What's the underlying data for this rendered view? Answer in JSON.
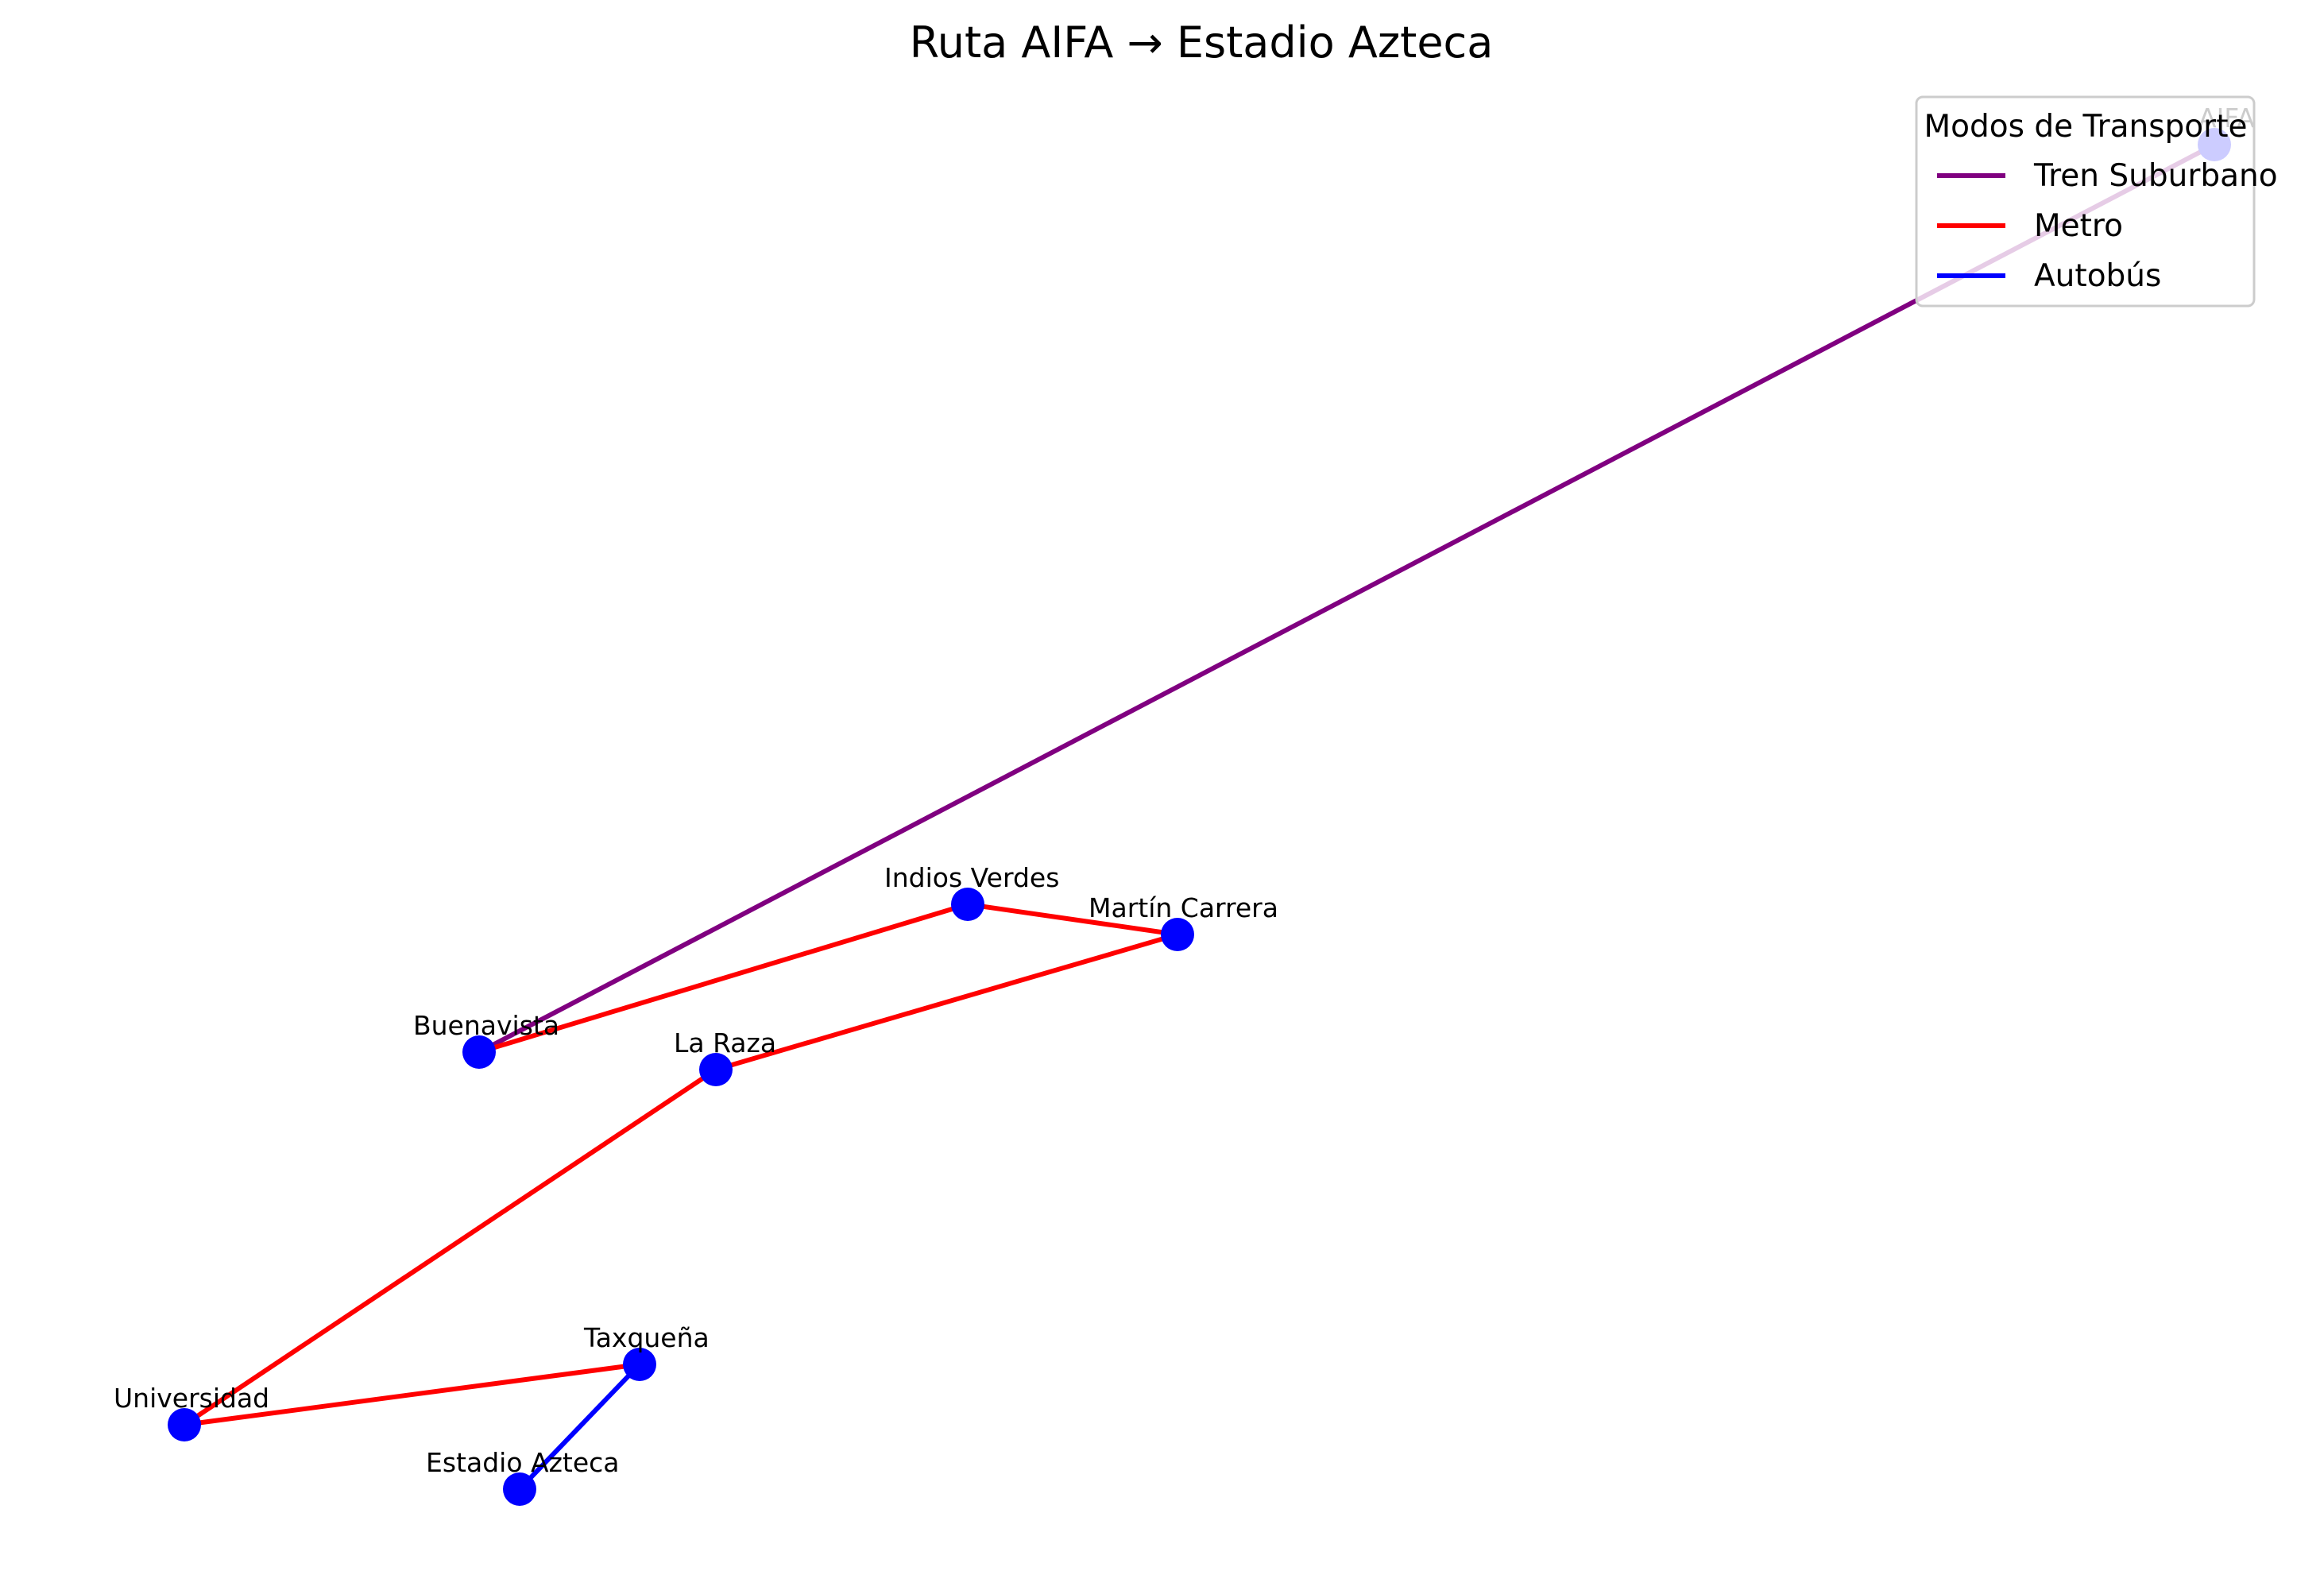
{
  "title": "Ruta AIFA → Estadio Azteca",
  "legend": {
    "title": "Modos de Transporte",
    "entries": [
      {
        "mode": "tren",
        "label": "Tren Suburbano",
        "color": "#800080"
      },
      {
        "mode": "metro",
        "label": "Metro",
        "color": "#ff0000"
      },
      {
        "mode": "bus",
        "label": "Autobús",
        "color": "#0000ff"
      }
    ]
  },
  "node_color": "#0000ff",
  "stations": [
    {
      "id": "aifa",
      "label": "AIFA"
    },
    {
      "id": "buenavista",
      "label": "Buenavista"
    },
    {
      "id": "indios-verdes",
      "label": "Indios Verdes"
    },
    {
      "id": "martin-carrera",
      "label": "Martín Carrera"
    },
    {
      "id": "la-raza",
      "label": "La Raza"
    },
    {
      "id": "universidad",
      "label": "Universidad"
    },
    {
      "id": "taxquena",
      "label": "Taxqueña"
    },
    {
      "id": "estadio-azteca",
      "label": "Estadio Azteca"
    }
  ],
  "segments": [
    {
      "from": "aifa",
      "to": "buenavista",
      "mode": "tren"
    },
    {
      "from": "buenavista",
      "to": "indios-verdes",
      "mode": "metro"
    },
    {
      "from": "indios-verdes",
      "to": "martin-carrera",
      "mode": "metro"
    },
    {
      "from": "martin-carrera",
      "to": "la-raza",
      "mode": "metro"
    },
    {
      "from": "la-raza",
      "to": "universidad",
      "mode": "metro"
    },
    {
      "from": "universidad",
      "to": "taxquena",
      "mode": "metro"
    },
    {
      "from": "taxquena",
      "to": "estadio-azteca",
      "mode": "bus"
    }
  ]
}
